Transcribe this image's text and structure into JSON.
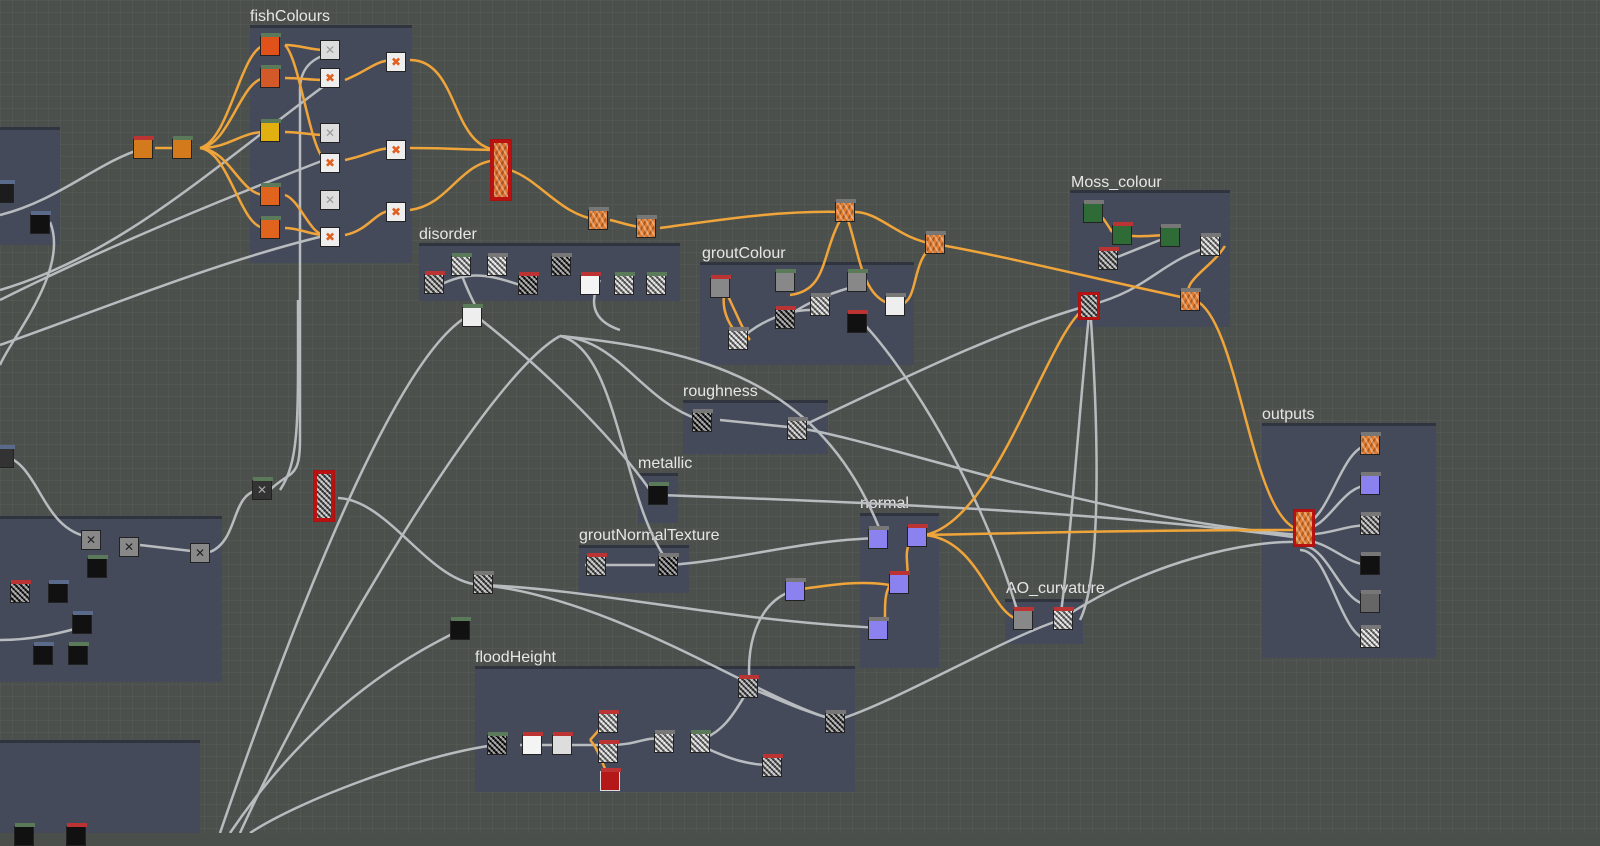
{
  "colors": {
    "background": "#4b504d",
    "frame": "#454a5a",
    "wire_orange": "#f0a53a",
    "wire_grey": "#b9bcbf"
  },
  "frames": {
    "fish_colours": "fishColours",
    "disorder": "disorder",
    "grout_colour": "groutColour",
    "moss_colour": "Moss_colour",
    "roughness": "roughness",
    "metallic": "metallic",
    "normal": "normal",
    "grout_normal_texture": "groutNormalTexture",
    "ao_curvature": "AO_curvature",
    "outputs": "outputs",
    "flood_height": "floodHeight"
  }
}
